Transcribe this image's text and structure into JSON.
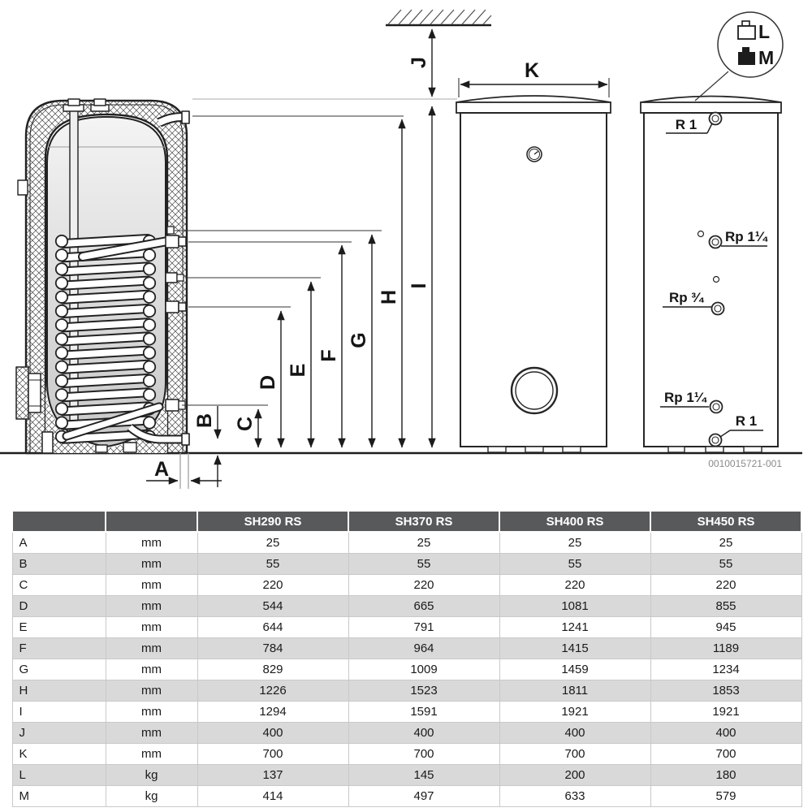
{
  "drawing": {
    "number": "0010015721-001",
    "dims": {
      "A": "A",
      "B": "B",
      "C": "C",
      "D": "D",
      "E": "E",
      "F": "F",
      "G": "G",
      "H": "H",
      "I": "I",
      "J": "J",
      "K": "K"
    },
    "connections": {
      "top": "R 1",
      "upper": "Rp 1¹⁄₄",
      "middle": "Rp ³⁄₄",
      "lower": "Rp 1¹⁄₄",
      "bottom": "R 1"
    },
    "weight_legend": {
      "light": "L",
      "heavy": "M"
    },
    "colors": {
      "line": "#1c1c1c",
      "header_bg": "#58595b",
      "row_alt": "#d9d9d9"
    }
  },
  "table": {
    "headers": [
      "",
      "",
      "SH290 RS",
      "SH370 RS",
      "SH400 RS",
      "SH450 RS"
    ],
    "rows": [
      {
        "dim": "A",
        "unit": "mm",
        "values": [
          "25",
          "25",
          "25",
          "25"
        ]
      },
      {
        "dim": "B",
        "unit": "mm",
        "values": [
          "55",
          "55",
          "55",
          "55"
        ]
      },
      {
        "dim": "C",
        "unit": "mm",
        "values": [
          "220",
          "220",
          "220",
          "220"
        ]
      },
      {
        "dim": "D",
        "unit": "mm",
        "values": [
          "544",
          "665",
          "1081",
          "855"
        ]
      },
      {
        "dim": "E",
        "unit": "mm",
        "values": [
          "644",
          "791",
          "1241",
          "945"
        ]
      },
      {
        "dim": "F",
        "unit": "mm",
        "values": [
          "784",
          "964",
          "1415",
          "1189"
        ]
      },
      {
        "dim": "G",
        "unit": "mm",
        "values": [
          "829",
          "1009",
          "1459",
          "1234"
        ]
      },
      {
        "dim": "H",
        "unit": "mm",
        "values": [
          "1226",
          "1523",
          "1811",
          "1853"
        ]
      },
      {
        "dim": "I",
        "unit": "mm",
        "values": [
          "1294",
          "1591",
          "1921",
          "1921"
        ]
      },
      {
        "dim": "J",
        "unit": "mm",
        "values": [
          "400",
          "400",
          "400",
          "400"
        ]
      },
      {
        "dim": "K",
        "unit": "mm",
        "values": [
          "700",
          "700",
          "700",
          "700"
        ]
      },
      {
        "dim": "L",
        "unit": "kg",
        "values": [
          "137",
          "145",
          "200",
          "180"
        ]
      },
      {
        "dim": "M",
        "unit": "kg",
        "values": [
          "414",
          "497",
          "633",
          "579"
        ]
      }
    ]
  }
}
